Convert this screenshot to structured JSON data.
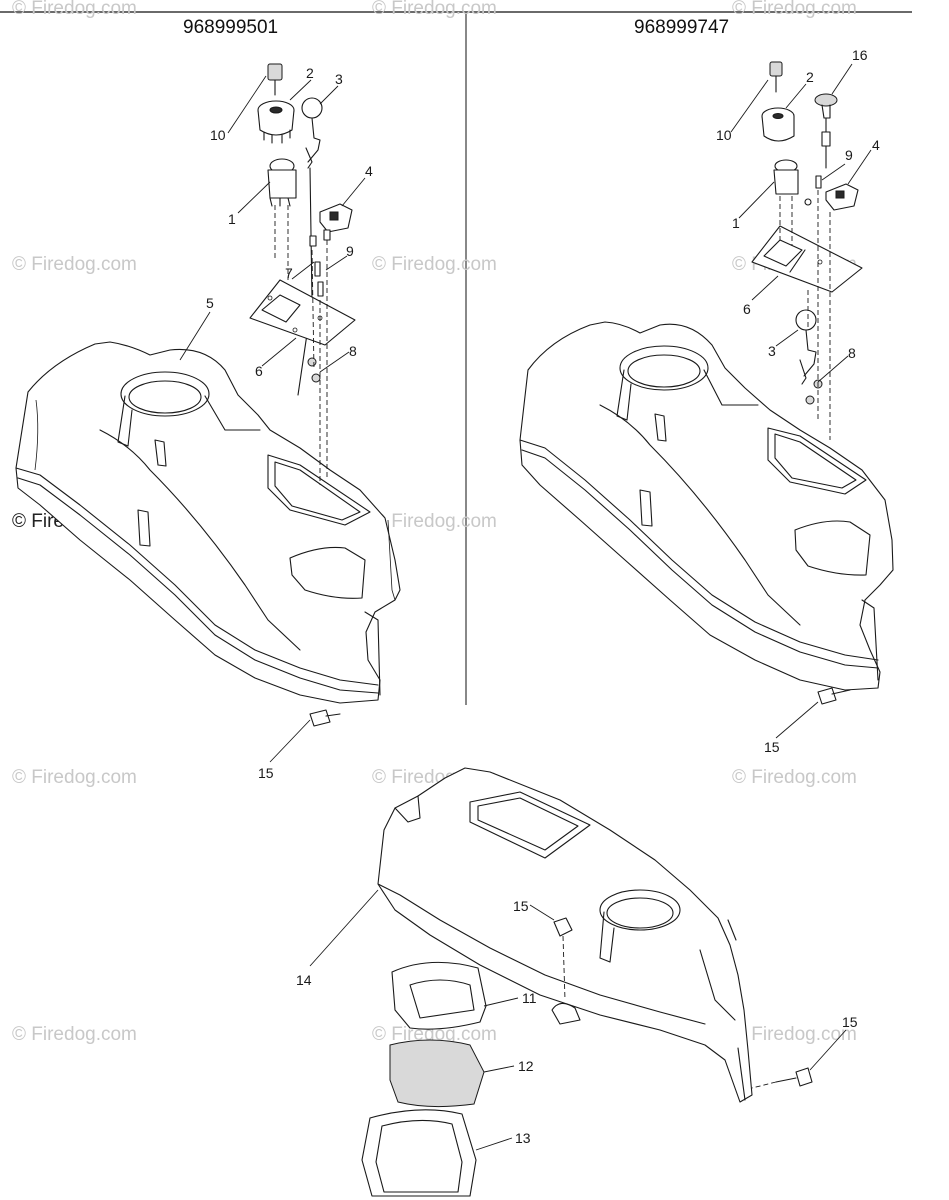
{
  "headers": {
    "left_model": "968999501",
    "right_model": "968999747"
  },
  "watermark": {
    "text": "© Firedog.com"
  },
  "callouts": {
    "left": [
      "10",
      "2",
      "3",
      "1",
      "4",
      "9",
      "7",
      "5",
      "6",
      "8",
      "15"
    ],
    "right": [
      "16",
      "2",
      "10",
      "9",
      "4",
      "1",
      "6",
      "3",
      "8",
      "15"
    ],
    "bottom": [
      "15",
      "14",
      "11",
      "15",
      "12",
      "13"
    ]
  }
}
